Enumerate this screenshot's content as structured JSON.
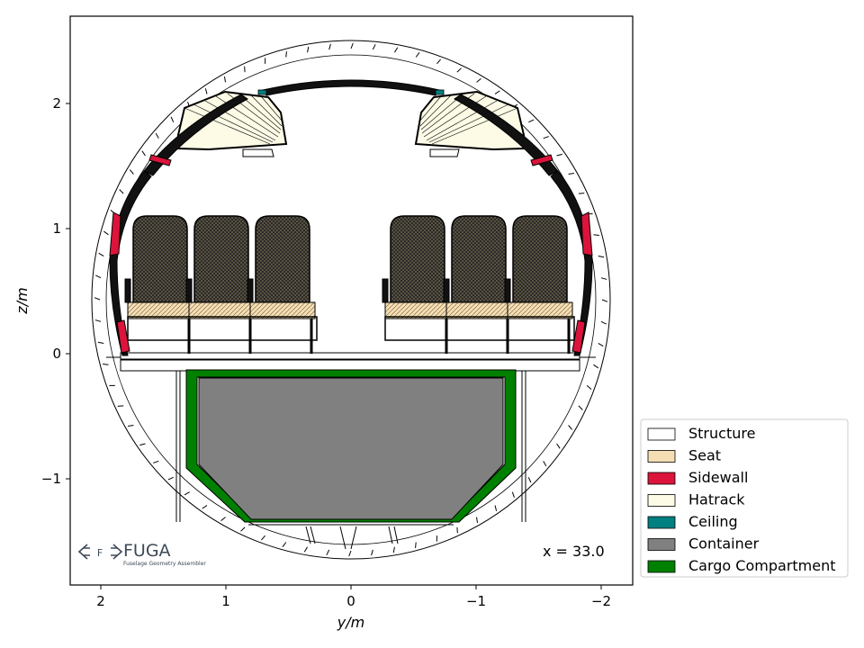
{
  "axes": {
    "xlabel": "y/m",
    "ylabel": "z/m",
    "xticks": [
      "2",
      "1",
      "0",
      "−1",
      "−2"
    ],
    "yticks": [
      "2",
      "1",
      "0",
      "−1"
    ]
  },
  "annotation": "x = 33.0",
  "logo": {
    "name": "FUGA",
    "tagline": "Fuselage Geometry Assembler",
    "icon": "F"
  },
  "legend": [
    {
      "label": "Structure",
      "color": "#ffffff"
    },
    {
      "label": "Seat",
      "color": "#f5deb3"
    },
    {
      "label": "Sidewall",
      "color": "#dc143c"
    },
    {
      "label": "Hatrack",
      "color": "#fdfbe6"
    },
    {
      "label": "Ceiling",
      "color": "#008080"
    },
    {
      "label": "Container",
      "color": "#808080"
    },
    {
      "label": "Cargo Compartment",
      "color": "#008000"
    }
  ],
  "colors": {
    "seat_back": "#1a1a1a",
    "outline": "#000000"
  }
}
